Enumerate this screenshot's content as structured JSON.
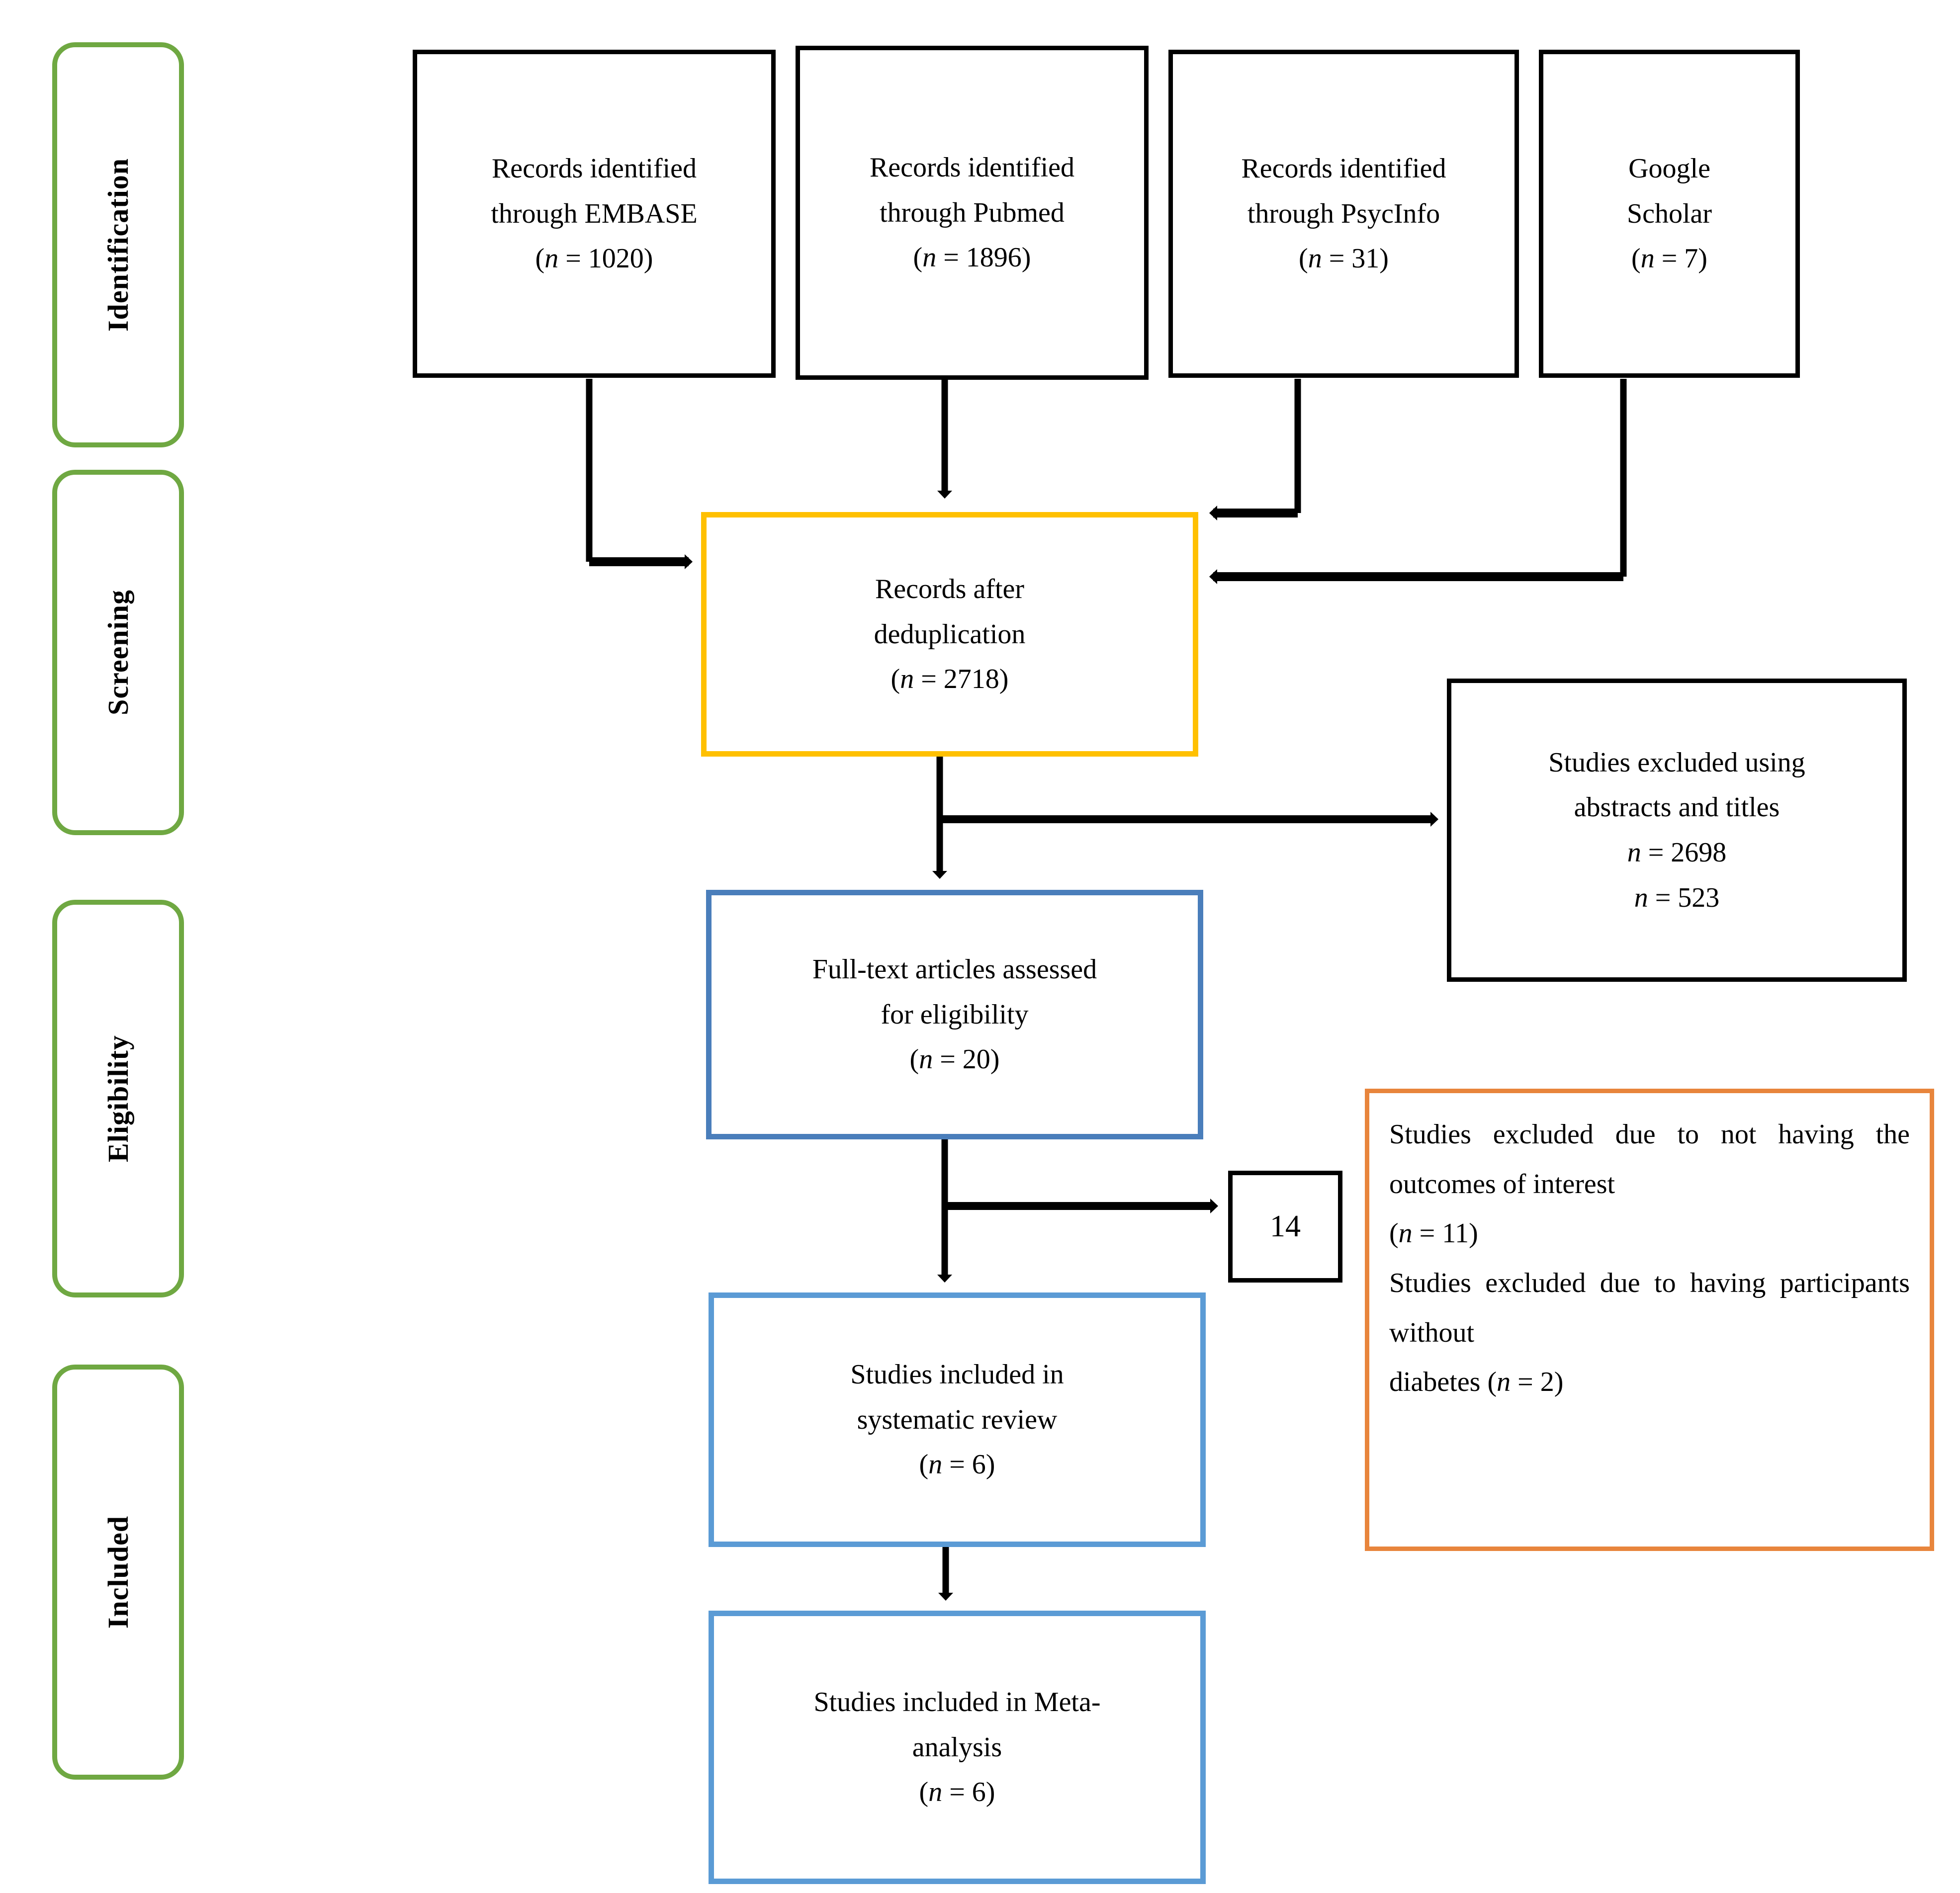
{
  "diagram": {
    "title": "PRISMA study selection flow diagram",
    "colors": {
      "stage_label_border": "#6FA842",
      "source_box_border": "#000000",
      "deduplication_border": "#FFC000",
      "fulltext_border": "#4A7EBB",
      "included_border": "#5B9BD5",
      "excluded_reasons_border": "#E8853C",
      "connector": "#000000",
      "text": "#000000"
    }
  },
  "stages": [
    {
      "label": "Identification"
    },
    {
      "label": "Screening"
    },
    {
      "label": "Eligibility"
    },
    {
      "label": "Included"
    }
  ],
  "sources": [
    {
      "line1": "Records  identified",
      "line2": "through EMBASE",
      "count_line": "(n = 1020)",
      "name": "EMBASE",
      "n": 1020
    },
    {
      "line1": "Records identified",
      "line2": "through Pubmed",
      "count_line": "(n = 1896)",
      "name": "Pubmed",
      "n": 1896
    },
    {
      "line1": "Records identified",
      "line2": "through PsycInfo",
      "count_line": "(n = 31)",
      "name": "PsycInfo",
      "n": 31
    },
    {
      "line1": "Google",
      "line2": "Scholar",
      "count_line": "(n = 7)",
      "name": "Google Scholar",
      "n": 7
    }
  ],
  "deduplication": {
    "line1": "Records after",
    "line2": "deduplication",
    "count_line": "(n = 2718)",
    "n": 2718
  },
  "excluded_titles": {
    "line1": "Studies excluded using",
    "line2": "abstracts and titles",
    "count_line1": "n = 2698",
    "count_line2": "n = 523",
    "n1": 2698,
    "n2": 523
  },
  "full_text": {
    "line1": "Full-text articles assessed",
    "line2": "for eligibility",
    "count_line": "(n = 20)",
    "n": 20
  },
  "excluded_count_box": {
    "value": "14"
  },
  "excluded_reasons": {
    "paragraph1": "Studies excluded due to not having the outcomes of interest",
    "paragraph1_count": "(n = 11)",
    "paragraph2": "Studies excluded due to having participants without",
    "paragraph2_tail": "diabetes (n = 2)",
    "n1": 11,
    "n2": 2
  },
  "systematic_review": {
    "line1": "Studies included in",
    "line2": "systematic review",
    "count_line": "(n = 6)",
    "n": 6
  },
  "meta_analysis": {
    "line1": "Studies included in Meta-",
    "line2": "analysis",
    "count_line": "(n = 6)",
    "n": 6
  }
}
